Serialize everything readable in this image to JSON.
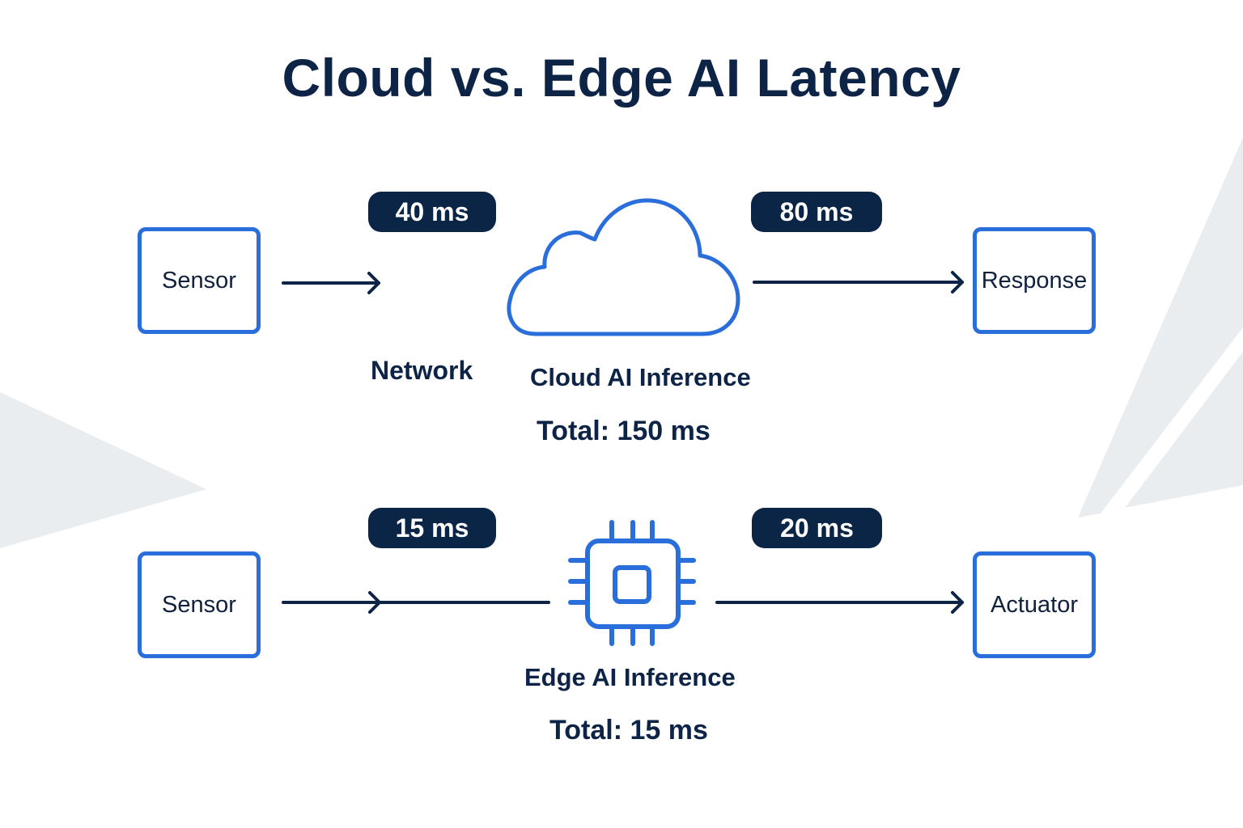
{
  "title": "Cloud vs. Edge AI Latency",
  "colors": {
    "primary_text": "#0d2447",
    "accent_blue": "#2a6edb",
    "pill_bg": "#0b2547",
    "pill_text": "#ffffff",
    "background": "#ffffff",
    "background_shapes": "#e9edf0"
  },
  "cloud_path": {
    "source_label": "Sensor",
    "network_latency": "40 ms",
    "network_label": "Network",
    "inference_icon": "cloud-icon",
    "inference_label": "Cloud AI Inference",
    "return_latency": "80 ms",
    "destination_label": "Response",
    "total": "Total: 150 ms"
  },
  "edge_path": {
    "source_label": "Sensor",
    "input_latency": "15 ms",
    "inference_icon": "chip-icon",
    "inference_label": "Edge AI Inference",
    "output_latency": "20 ms",
    "destination_label": "Actuator",
    "total": "Total: 15 ms"
  }
}
